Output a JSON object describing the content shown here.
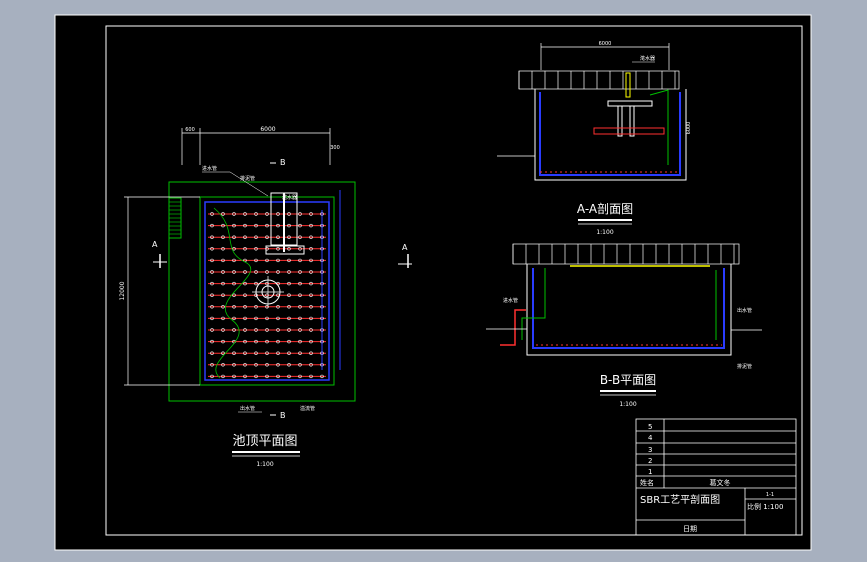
{
  "drawing": {
    "plan": {
      "title": "池顶平面图",
      "scale": "1:100",
      "dim_top": "6000",
      "dim_left_small": "600",
      "dim_right_small": "300",
      "dim_side": "12000",
      "section_A_left": "A",
      "section_A_right": "A",
      "section_B_top": "B",
      "section_B_bottom": "B",
      "tag1": "进水管",
      "tag2": "排泥管",
      "tag3": "出水管",
      "tag4": "滗水器",
      "tag5": "溢流管"
    },
    "section_aa": {
      "title": "A-A剖面图",
      "scale": "1:100",
      "dim_top": "6000",
      "dim_side": "6000",
      "tag": "滗水器"
    },
    "section_bb": {
      "title": "B-B平面图",
      "scale": "1:100",
      "tag_left": "进水管",
      "tag_right1": "出水管",
      "tag_right2": "排泥管"
    },
    "title_block": {
      "rows": [
        "5",
        "4",
        "3",
        "2",
        "1"
      ],
      "name_label": "姓名",
      "name_value": "葛文冬",
      "drawing_title": "SBR工艺平剖面图",
      "sheet": "1-1",
      "scale_label": "比例 1:100",
      "date_label": "日期"
    }
  },
  "colors": {
    "background": "#000000",
    "frame": "#ffffff",
    "outline_green": "#00c000",
    "pipe_blue": "#2a3cff",
    "diffuser_red": "#ff3030",
    "pipe_yellow": "#ffff00"
  }
}
